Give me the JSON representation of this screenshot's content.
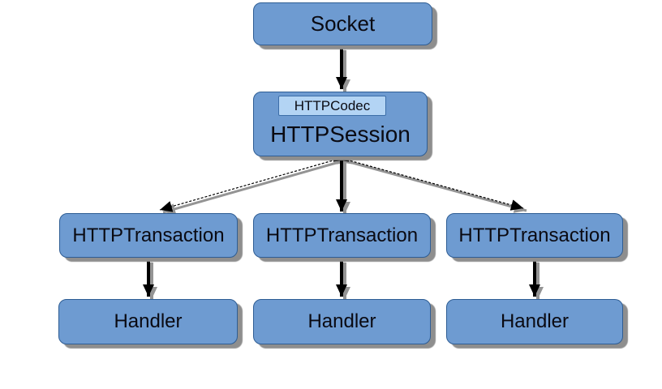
{
  "diagram": {
    "nodes": {
      "socket": {
        "label": "Socket"
      },
      "codec": {
        "label": "HTTPCodec"
      },
      "session": {
        "label": "HTTPSession"
      },
      "transaction1": {
        "label": "HTTPTransaction"
      },
      "transaction2": {
        "label": "HTTPTransaction"
      },
      "transaction3": {
        "label": "HTTPTransaction"
      },
      "handler1": {
        "label": "Handler"
      },
      "handler2": {
        "label": "Handler"
      },
      "handler3": {
        "label": "Handler"
      }
    },
    "edges": [
      {
        "from": "socket",
        "to": "session",
        "type": "bidirectional-arrow"
      },
      {
        "from": "session",
        "to": "transaction1",
        "type": "bidirectional-arrow"
      },
      {
        "from": "session",
        "to": "transaction2",
        "type": "bidirectional-arrow"
      },
      {
        "from": "session",
        "to": "transaction3",
        "type": "bidirectional-arrow"
      },
      {
        "from": "transaction1",
        "to": "handler1",
        "type": "bidirectional-arrow"
      },
      {
        "from": "transaction2",
        "to": "handler2",
        "type": "bidirectional-arrow"
      },
      {
        "from": "transaction3",
        "to": "handler3",
        "type": "bidirectional-arrow"
      }
    ],
    "colors": {
      "box_fill": "#6e9bd1",
      "box_border": "#2e5d94",
      "codec_fill": "#b3d4f4",
      "codec_border": "#3c6ea8",
      "shadow": "#8e8e8e",
      "arrow": "#000000",
      "arrow_shadow": "#949494",
      "text": "#0a0a12",
      "background": "#ffffff"
    }
  }
}
